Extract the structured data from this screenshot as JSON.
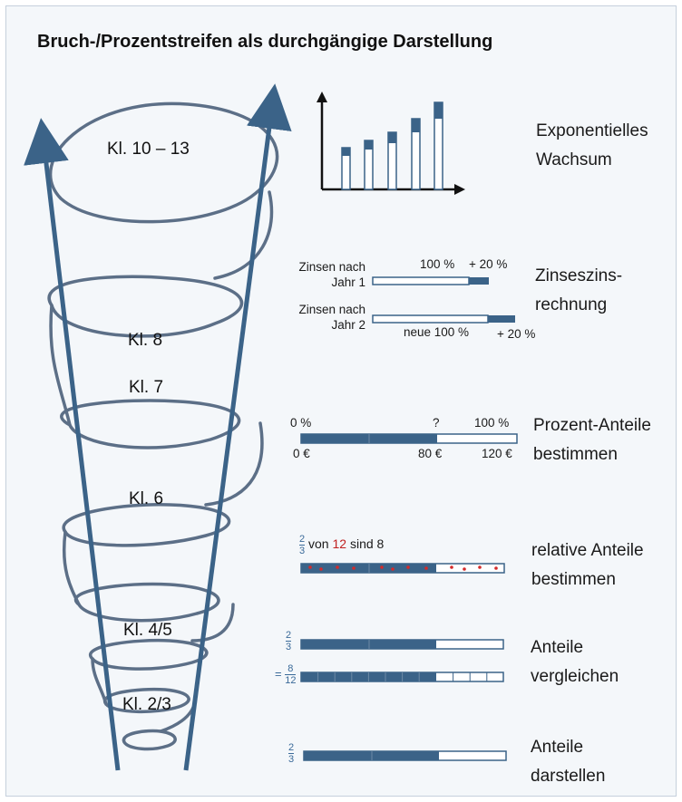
{
  "title": "Bruch-/Prozentstreifen als durchgängige Darstellung",
  "colors": {
    "strip_fill": "#3b6388",
    "arrow": "#3b6388",
    "dot": "#d42a2a",
    "spiral": "#5c6f87"
  },
  "grades": {
    "g1013": "Kl. 10 – 13",
    "g8": "Kl. 8",
    "g7": "Kl. 7",
    "g6": "Kl. 6",
    "g45": "Kl. 4/5",
    "g23": "Kl. 2/3"
  },
  "topics": {
    "exp": {
      "line1": "Exponentielles",
      "line2": "Wachsum"
    },
    "zinseszins": {
      "line1": "Zinseszins-",
      "line2": "rechnung"
    },
    "prozent": {
      "line1": "Prozent-Anteile",
      "line2": "bestimmen"
    },
    "relativ": {
      "line1": "relative Anteile",
      "line2": "bestimmen"
    },
    "vergleich": {
      "line1": "Anteile",
      "line2": "vergleichen"
    },
    "darstellen": {
      "line1": "Anteile",
      "line2": "darstellen"
    }
  },
  "zins": {
    "row1_label1": "Zinsen nach",
    "row1_label2": "Jahr 1",
    "row1_100": "100 %",
    "row1_plus": "+ 20 %",
    "row2_label1": "Zinsen nach",
    "row2_label2": "Jahr 2",
    "row2_neu": "neue 100 %",
    "row2_plus": "+ 20 %"
  },
  "prozent": {
    "top_left": "0 %",
    "top_mid": "?",
    "top_right": "100 %",
    "bot_left": "0 €",
    "bot_mid": "80 €",
    "bot_right": "120 €"
  },
  "relativ": {
    "frac_num": "2",
    "frac_den": "3",
    "von": "von",
    "zwoelf": "12",
    "sind": "sind 8"
  },
  "vergleich": {
    "frac1_num": "2",
    "frac1_den": "3",
    "eq": "=",
    "frac2_num": "8",
    "frac2_den": "12"
  },
  "darstellen": {
    "frac_num": "2",
    "frac_den": "3"
  }
}
